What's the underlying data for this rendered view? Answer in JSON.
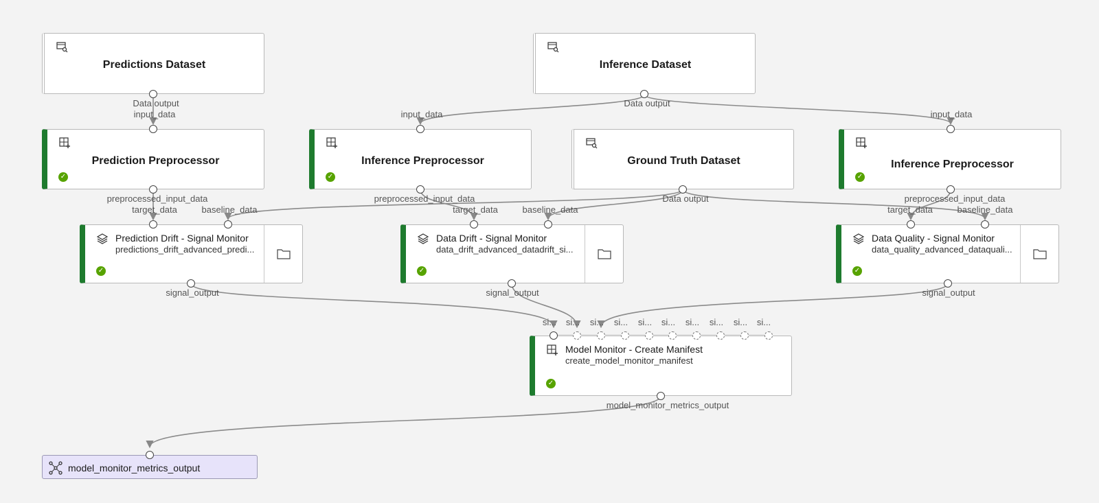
{
  "nodes": {
    "predictions_dataset": {
      "title": "Predictions Dataset"
    },
    "inference_dataset": {
      "title": "Inference Dataset"
    },
    "prediction_preprocessor": {
      "title": "Prediction Preprocessor"
    },
    "inference_preprocessor_1": {
      "title": "Inference Preprocessor"
    },
    "ground_truth_dataset": {
      "title": "Ground Truth Dataset"
    },
    "inference_preprocessor_2": {
      "title": "Inference Preprocessor"
    },
    "prediction_drift": {
      "title": "Prediction Drift - Signal Monitor",
      "subtitle": "predictions_drift_advanced_predi..."
    },
    "data_drift": {
      "title": "Data Drift - Signal Monitor",
      "subtitle": "data_drift_advanced_datadrift_si..."
    },
    "data_quality": {
      "title": "Data Quality - Signal Monitor",
      "subtitle": "data_quality_advanced_dataquali..."
    },
    "create_manifest": {
      "title": "Model Monitor - Create Manifest",
      "subtitle": "create_model_monitor_manifest"
    },
    "metrics_output": {
      "title": "model_monitor_metrics_output"
    }
  },
  "port_labels": {
    "data_output": "Data output",
    "input_data": "input_data",
    "preprocessed_input_data": "preprocessed_input_data",
    "target_data": "target_data",
    "baseline_data": "baseline_data",
    "signal_output": "signal_output",
    "signal_truncated": "si...",
    "model_monitor_metrics_output": "model_monitor_metrics_output"
  },
  "status": {
    "completed": "✓"
  }
}
